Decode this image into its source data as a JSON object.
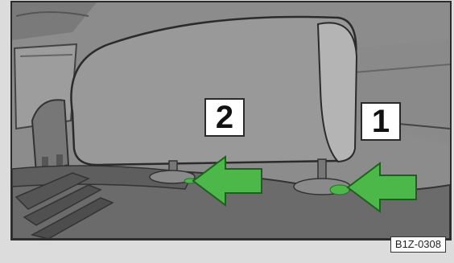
{
  "callouts": {
    "one": "1",
    "two": "2"
  },
  "figure_code": "B1Z-0308",
  "colors": {
    "arrow_green": "#4cb84a",
    "frame": "#2b2b2b",
    "background": "#dcdcdc"
  },
  "icons": {
    "arrow_1": "arrow-left-icon",
    "arrow_2": "arrow-left-icon"
  }
}
